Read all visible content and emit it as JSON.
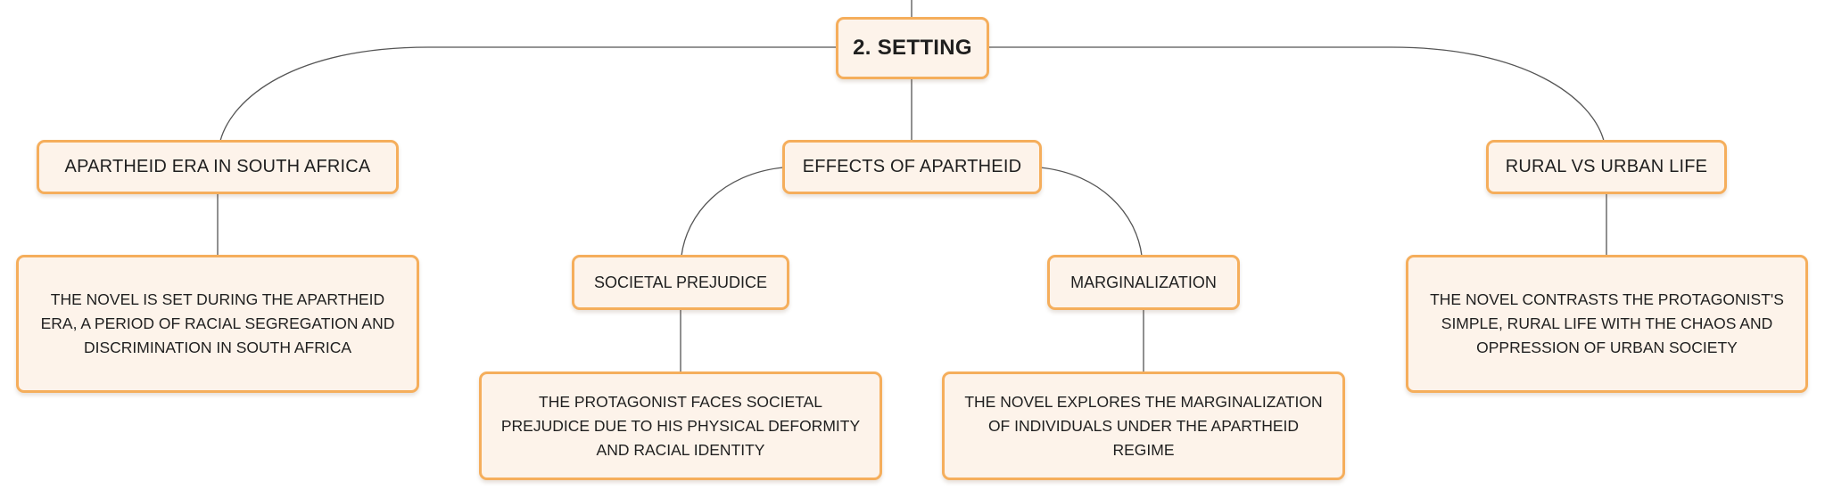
{
  "diagram": {
    "root": {
      "label": "2. SETTING"
    },
    "topics": [
      {
        "label": "APARTHEID ERA IN SOUTH AFRICA",
        "detail": "THE NOVEL IS SET DURING THE APARTHEID ERA, A PERIOD OF RACIAL SEGREGATION AND DISCRIMINATION IN SOUTH AFRICA"
      },
      {
        "label": "EFFECTS OF APARTHEID",
        "subtopics": [
          {
            "label": "SOCIETAL PREJUDICE",
            "detail": "THE PROTAGONIST FACES SOCIETAL PREJUDICE DUE TO HIS PHYSICAL DEFORMITY AND RACIAL IDENTITY"
          },
          {
            "label": "MARGINALIZATION",
            "detail": "THE NOVEL EXPLORES THE MARGINALIZATION OF INDIVIDUALS UNDER THE APARTHEID REGIME"
          }
        ]
      },
      {
        "label": "RURAL VS URBAN LIFE",
        "detail": "THE NOVEL CONTRASTS THE PROTAGONIST'S SIMPLE, RURAL LIFE WITH THE CHAOS AND OPPRESSION OF URBAN SOCIETY"
      }
    ],
    "colors": {
      "node_border": "#f5ae5c",
      "node_fill": "#fdf3ea",
      "connector": "#555555",
      "text": "#1f1f1f"
    }
  }
}
